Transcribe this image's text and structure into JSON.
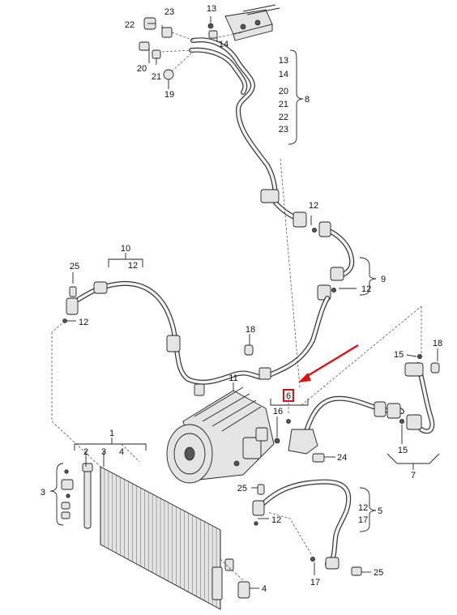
{
  "labels": {
    "p23": "23",
    "p22": "22",
    "p13a": "13",
    "p14a": "14",
    "p20": "20",
    "p21": "21",
    "p19": "19",
    "g8_13": "13",
    "g8_14": "14",
    "g8_20": "20",
    "g8_21": "21",
    "g8_22": "22",
    "g8_23": "23",
    "g8": "8",
    "p12a": "12",
    "p12b": "12",
    "g9": "9",
    "g10": "10",
    "g10_12": "12",
    "p25a": "25",
    "p12c": "12",
    "p18a": "18",
    "p11": "11",
    "p6": "6",
    "p16": "16",
    "p24": "24",
    "p15a": "15",
    "p18b": "18",
    "p15b": "15",
    "g7": "7",
    "g1": "1",
    "g1_2": "2",
    "g1_3": "3",
    "g1_4": "4",
    "p3": "3",
    "p25b": "25",
    "p12d": "12",
    "g5_12": "12",
    "g5_17": "17",
    "g5": "5",
    "p17": "17",
    "p25c": "25",
    "p4": "4"
  },
  "highlight": {
    "color": "#e01010"
  }
}
